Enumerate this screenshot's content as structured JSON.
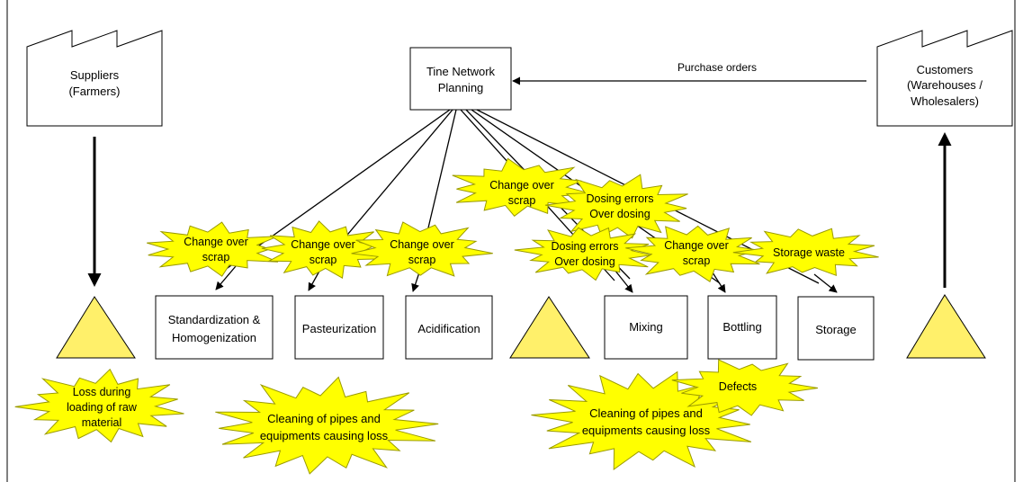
{
  "entities": {
    "suppliers": [
      "Suppliers",
      "(Farmers)"
    ],
    "planning": [
      "Tine Network",
      "Planning"
    ],
    "customers": [
      "Customers",
      "(Warehouses /",
      "Wholesalers)"
    ]
  },
  "flows": {
    "purchase_orders": "Purchase orders"
  },
  "processes": {
    "standardization": [
      "Standardization &",
      "Homogenization"
    ],
    "pasteurization": "Pasteurization",
    "acidification": "Acidification",
    "mixing": "Mixing",
    "bottling": "Bottling",
    "storage": "Storage"
  },
  "wastes": {
    "changeover_std": [
      "Change over",
      "scrap"
    ],
    "changeover_past": [
      "Change over",
      "scrap"
    ],
    "changeover_acid": [
      "Change over",
      "scrap"
    ],
    "changeover_top": [
      "Change over",
      "scrap"
    ],
    "dosing_top": [
      "Dosing errors",
      "Over dosing"
    ],
    "dosing_mix": [
      "Dosing errors",
      "Over dosing"
    ],
    "changeover_bottling": [
      "Change over",
      "scrap"
    ],
    "storage_waste": [
      "Storage waste"
    ],
    "loss_loading": [
      "Loss during",
      "loading of raw",
      "material"
    ],
    "cleaning_left": [
      "Cleaning of pipes and",
      "equipments causing loss"
    ],
    "defects": [
      "Defects"
    ],
    "cleaning_right": [
      "Cleaning of pipes and",
      "equipments causing loss"
    ]
  },
  "colors": {
    "burst_fill": "#ffff00",
    "triangle_fill": "#fff06a",
    "line": "#000000"
  }
}
